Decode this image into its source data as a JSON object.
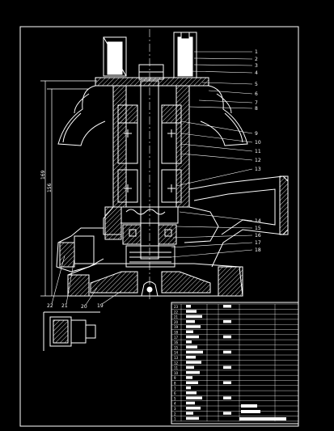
{
  "drawing": {
    "dimension_labels": [
      "169",
      "156"
    ],
    "callouts_right": [
      "1",
      "2",
      "3",
      "4",
      "5",
      "6",
      "7",
      "8",
      "9",
      "10",
      "11",
      "12",
      "13",
      "14",
      "15",
      "16",
      "17",
      "18"
    ],
    "callouts_bottom": [
      "22",
      "21",
      "20",
      "19"
    ],
    "table_rows": [
      "23",
      "22",
      "21",
      "20",
      "19",
      "18",
      "17",
      "16",
      "15",
      "14",
      "13",
      "12",
      "11",
      "10",
      "9",
      "8",
      "7",
      "6",
      "5",
      "4",
      "3",
      "2",
      "1"
    ]
  },
  "colors": {
    "background": "#000000",
    "lines": "#ffffff"
  }
}
